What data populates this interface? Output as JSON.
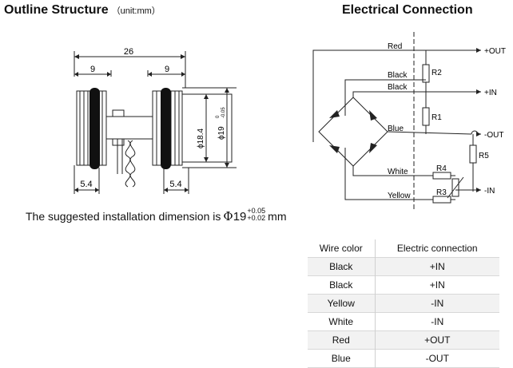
{
  "outline": {
    "title": "Outline Structure",
    "unit": "（unit:mm）",
    "dims": {
      "total_width": "26",
      "left_width": "9",
      "right_width": "9",
      "left_bottom": "5.4",
      "right_bottom": "5.4",
      "inner_dia": "ϕ18.4",
      "outer_dia": "ϕ19",
      "outer_tol_upper": "0",
      "outer_tol_lower": "-0.05"
    }
  },
  "install": {
    "text": "The suggested installation dimension is",
    "phi": "Φ",
    "value": "19",
    "tol_upper": "+0.05",
    "tol_lower": "+0.02",
    "unit": "mm"
  },
  "electrical": {
    "title": "Electrical Connection",
    "wire_labels": {
      "red": "Red",
      "black1": "Black",
      "black2": "Black",
      "blue": "Blue",
      "white": "White",
      "yellow": "Yellow"
    },
    "resistors": {
      "r1": "R1",
      "r2": "R2",
      "r3": "R3",
      "r4": "R4",
      "r5": "R5"
    },
    "terminals": {
      "plus_out": "+OUT",
      "plus_in": "+IN",
      "minus_out": "-OUT",
      "minus_in": "-IN"
    }
  },
  "table": {
    "headers": [
      "Wire color",
      "Electric connection"
    ],
    "rows": [
      [
        "Black",
        "+IN"
      ],
      [
        "Black",
        "+IN"
      ],
      [
        "Yellow",
        "-IN"
      ],
      [
        "White",
        "-IN"
      ],
      [
        "Red",
        "+OUT"
      ],
      [
        "Blue",
        "-OUT"
      ]
    ]
  }
}
